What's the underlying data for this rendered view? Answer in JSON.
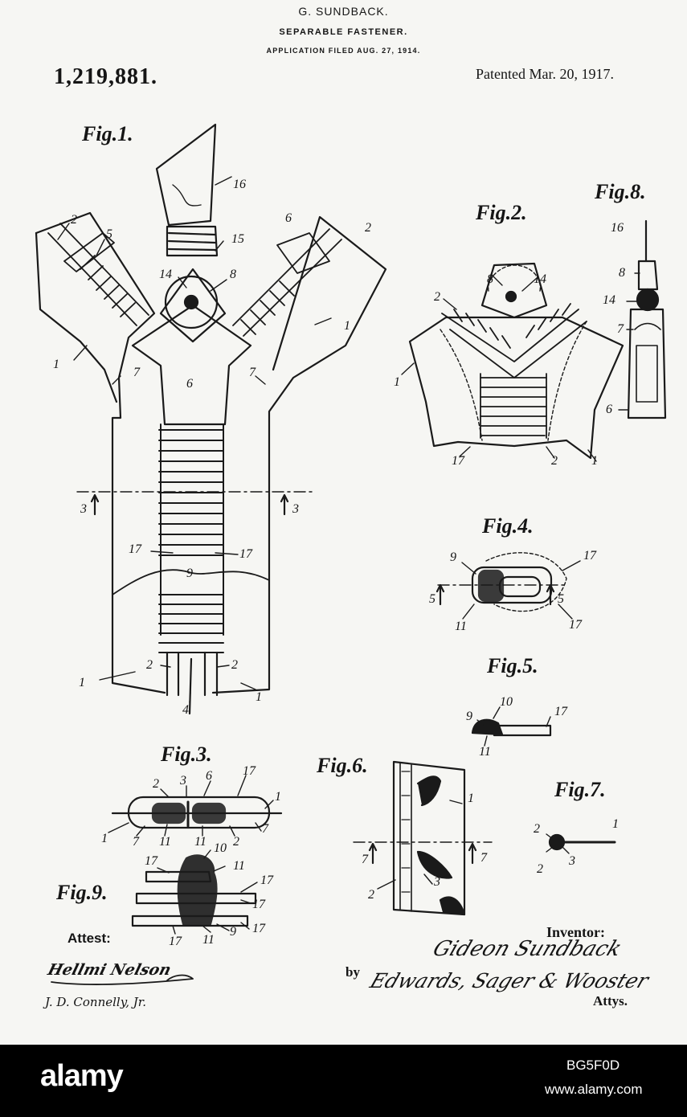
{
  "header": {
    "inventor": "G. SUNDBACK.",
    "title": "SEPARABLE FASTENER.",
    "filed": "APPLICATION FILED AUG. 27, 1914.",
    "patent_number": "1,219,881.",
    "patented": "Patented Mar. 20, 1917."
  },
  "figures": [
    "Fig.1.",
    "Fig.2.",
    "Fig.3.",
    "Fig.4.",
    "Fig.5.",
    "Fig.6.",
    "Fig.7.",
    "Fig.8.",
    "Fig.9."
  ],
  "fig1_labels": [
    "16",
    "2",
    "5",
    "15",
    "6",
    "2",
    "14",
    "8",
    "1",
    "1",
    "7",
    "6",
    "7",
    "3",
    "3",
    "17",
    "17",
    "9",
    "1",
    "2",
    "2",
    "1",
    "4"
  ],
  "fig2_labels": [
    "8",
    "14",
    "2",
    "1",
    "17",
    "2",
    "1"
  ],
  "fig3_labels": [
    "2",
    "3",
    "6",
    "17",
    "1",
    "1",
    "7",
    "11",
    "11",
    "2",
    "7"
  ],
  "fig4_labels": [
    "9",
    "17",
    "5",
    "5",
    "11",
    "17"
  ],
  "fig5_labels": [
    "10",
    "9",
    "17",
    "11"
  ],
  "fig6_labels": [
    "1",
    "7",
    "7",
    "2",
    "3"
  ],
  "fig7_labels": [
    "2",
    "1",
    "2",
    "3"
  ],
  "fig8_labels": [
    "16",
    "8",
    "14",
    "7",
    "6"
  ],
  "fig9_labels": [
    "17",
    "10",
    "11",
    "17",
    "17",
    "17",
    "11",
    "9",
    "17"
  ],
  "signatures": {
    "attest_label": "Attest:",
    "witness1": "Hellmi Nelson",
    "witness2": "J. D. Connelly, Jr.",
    "inventor_label": "Inventor:",
    "inventor_sig": "Gideon Sundback",
    "by_label": "by",
    "attorneys_sig": "Edwards, Sager & Wooster",
    "attys_label": "Attys."
  },
  "watermark": {
    "logo": "alamy",
    "image_id": "BG5F0D",
    "url": "www.alamy.com"
  }
}
